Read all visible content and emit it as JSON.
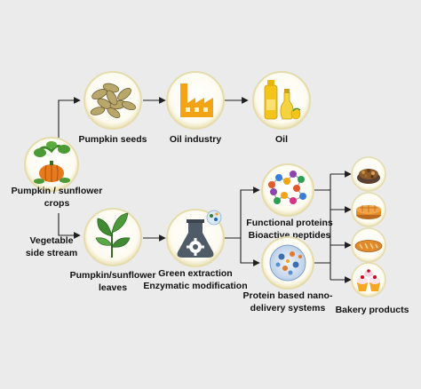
{
  "nodes": {
    "crop": {
      "label_line1": "Pumpkin / sunflower",
      "label_line2": "crops"
    },
    "seeds": {
      "label": "Pumpkin seeds"
    },
    "oil_industry": {
      "label": "Oil industry"
    },
    "oil": {
      "label": "Oil"
    },
    "side_stream": {
      "label_line1": "Vegetable",
      "label_line2": "side stream"
    },
    "leaves": {
      "label_line1": "Pumpkin/sunflower",
      "label_line2": "leaves"
    },
    "extraction": {
      "label_line1": "Green extraction",
      "label_line2": "Enzymatic modification"
    },
    "functional": {
      "label_line1": "Functional proteins",
      "label_line2": "Bioactive peptides"
    },
    "nano": {
      "label_line1": "Protein based nano-",
      "label_line2": "delivery systems"
    },
    "bakery": {
      "label": "Bakery products"
    }
  },
  "colors": {
    "node_ring": "#fbf7e2",
    "node_fill": "#ffffff",
    "pumpkin": "#e77a1b",
    "oil_gold": "#f3c419",
    "leaf_green": "#3f8a33",
    "extraction_gray": "#4f5b67",
    "arrow": "#1f1f1f"
  },
  "icons": [
    "pumpkin-plant-icon",
    "seeds-icon",
    "factory-icon",
    "oil-bottles-icon",
    "leaves-icon",
    "flask-gear-icon",
    "peptide-molecule-icon",
    "nanoparticle-icon",
    "granola-icon",
    "pie-icon",
    "bread-icon",
    "cupcakes-icon"
  ]
}
